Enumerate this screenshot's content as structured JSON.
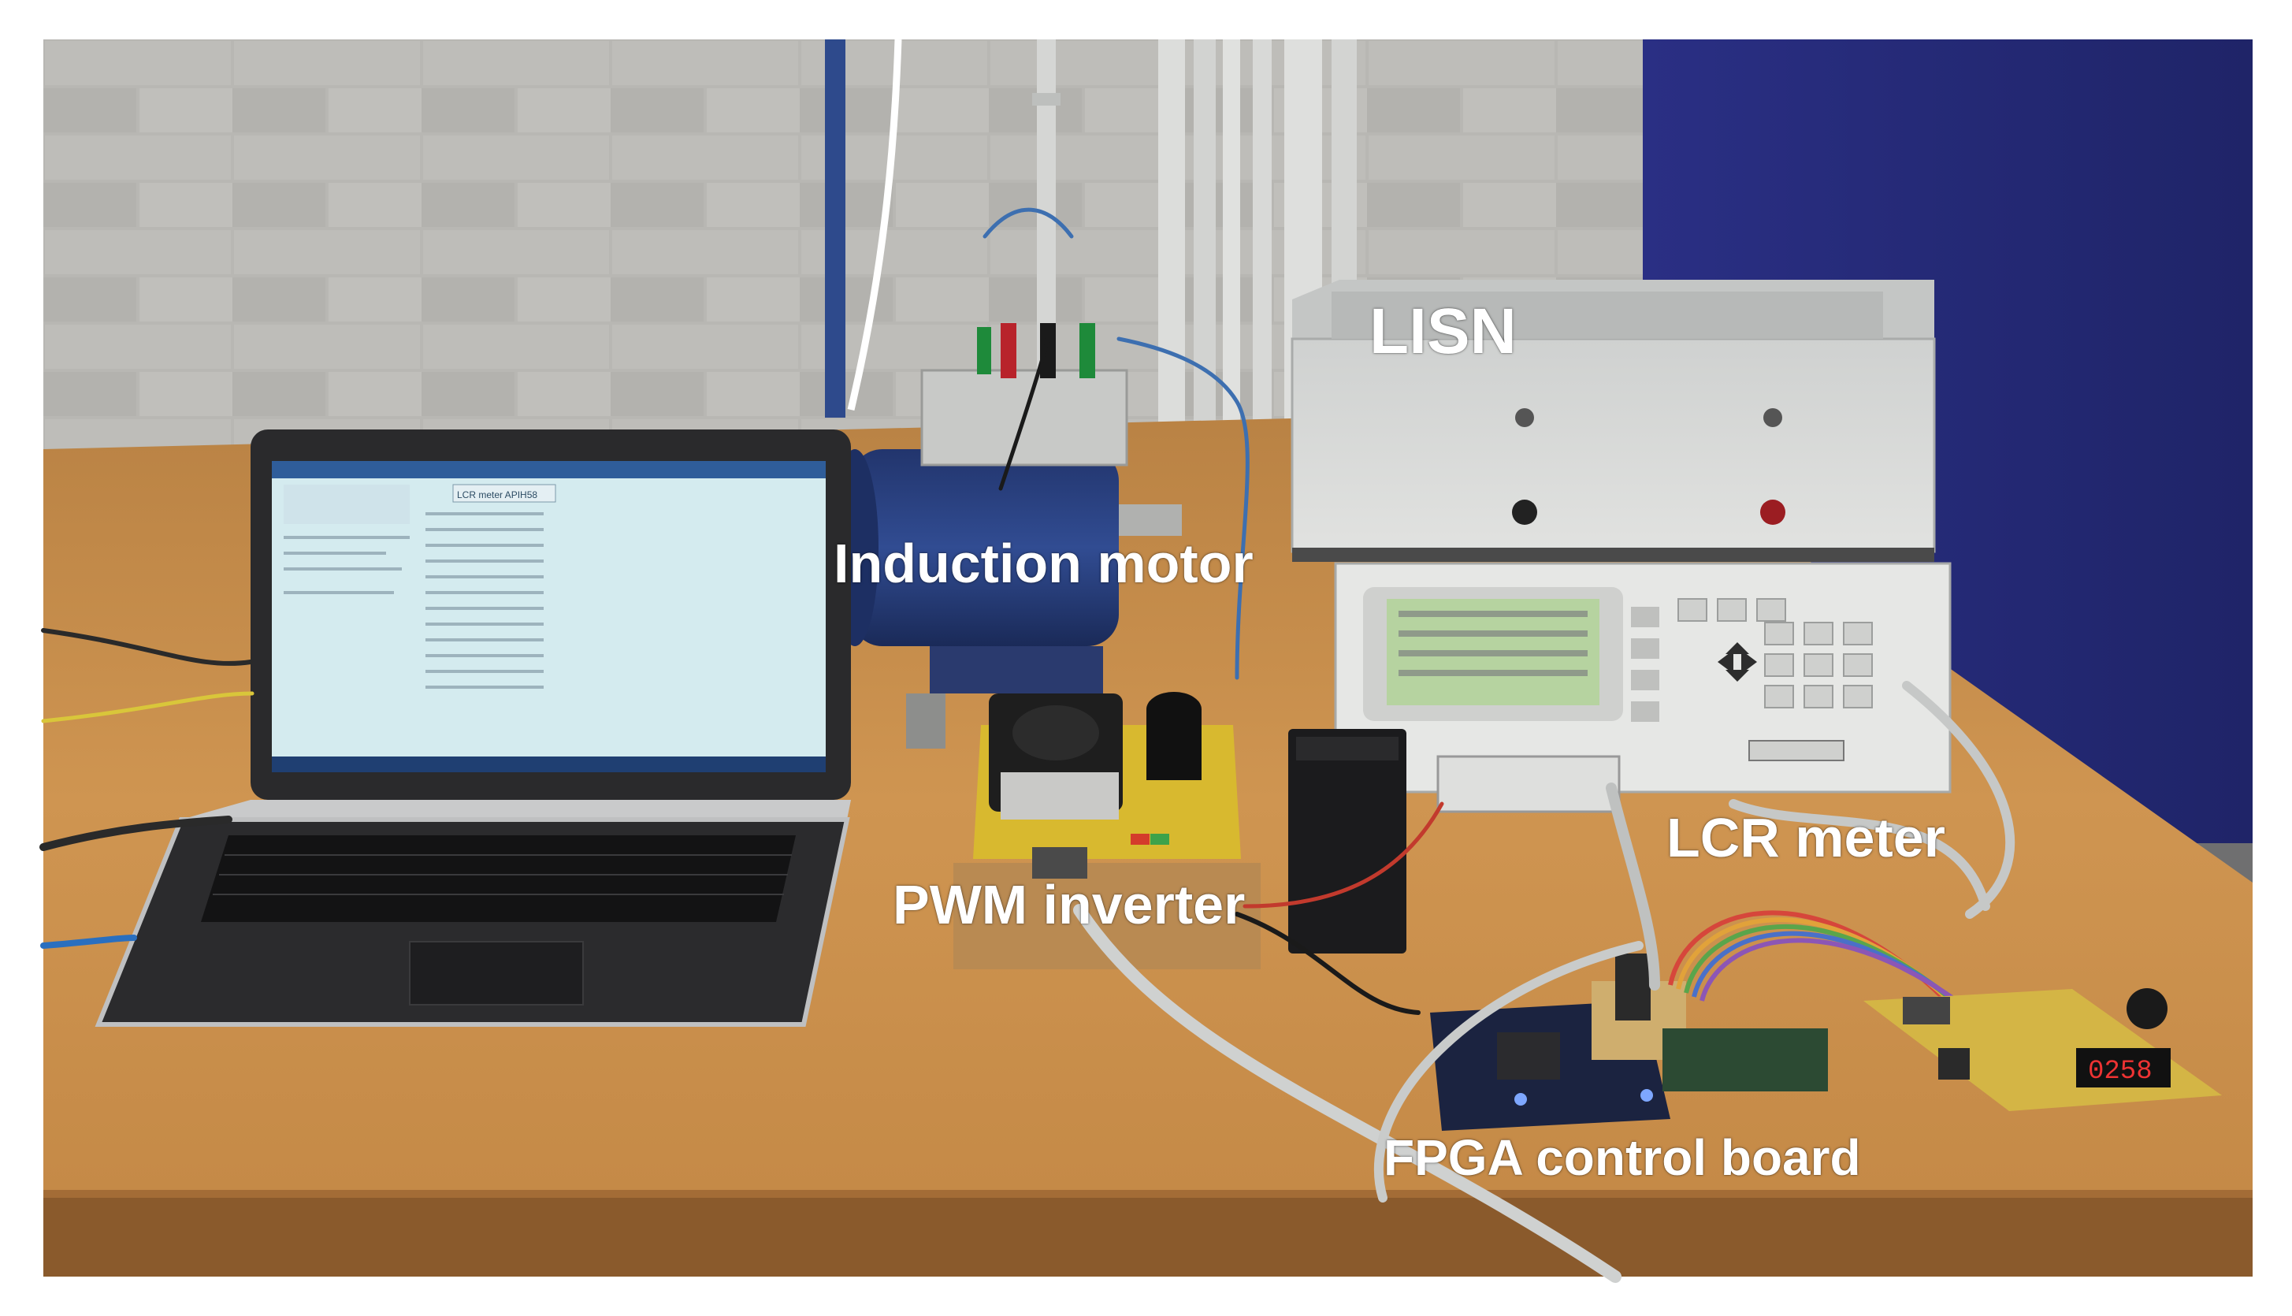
{
  "labels": {
    "lisn": "LISN",
    "induction_motor": "Induction motor",
    "lcr_meter": "LCR meter",
    "pwm_inverter": "PWM inverter",
    "fpga_control_board": "FPGA control board"
  },
  "laptop_screen": {
    "tab_label": "LCR meter APIH58"
  },
  "colors": {
    "wall": "#b9b8b4",
    "wall_mortar": "#9d9c98",
    "blue_panel": "#2a2f86",
    "table": "#c98f4c",
    "table_edge": "#8a5a2c",
    "equipment_gray": "#d7d8d6",
    "lcr_screen": "#b6d3a0",
    "laptop_screen": "#d4ebef",
    "pcb_yellow": "#d8b92f",
    "fpga_board": "#1b2340",
    "label_text": "#ffffff"
  }
}
